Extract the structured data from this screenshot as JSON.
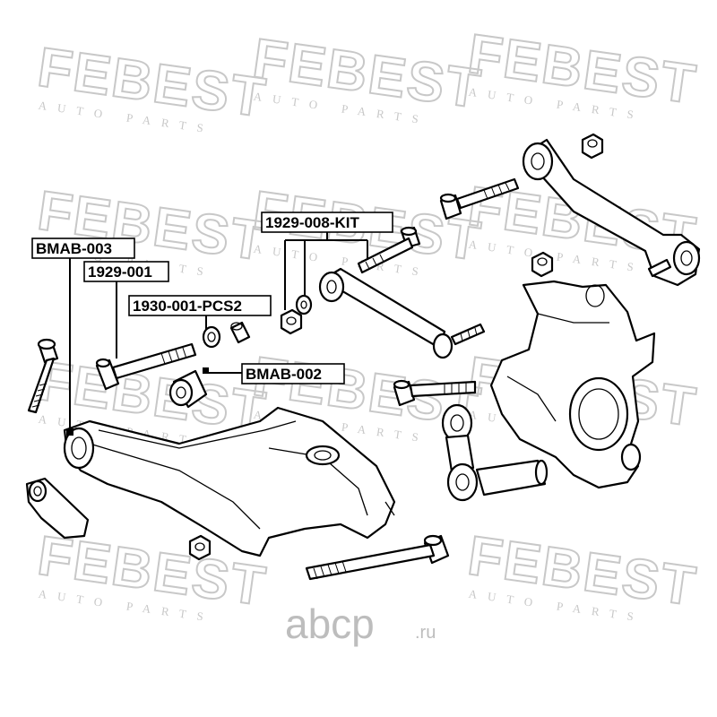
{
  "watermark": {
    "brand": "FEBEST",
    "tagline": "AUTO PARTS"
  },
  "site_logo": {
    "name": "abcp",
    "suffix": ".ru"
  },
  "labels": {
    "bmab_003": "BMAB-003",
    "p1929_001": "1929-001",
    "p1930_001_pcs2": "1930-001-PCS2",
    "bmab_002": "BMAB-002",
    "p1929_008_kit": "1929-008-KIT"
  }
}
